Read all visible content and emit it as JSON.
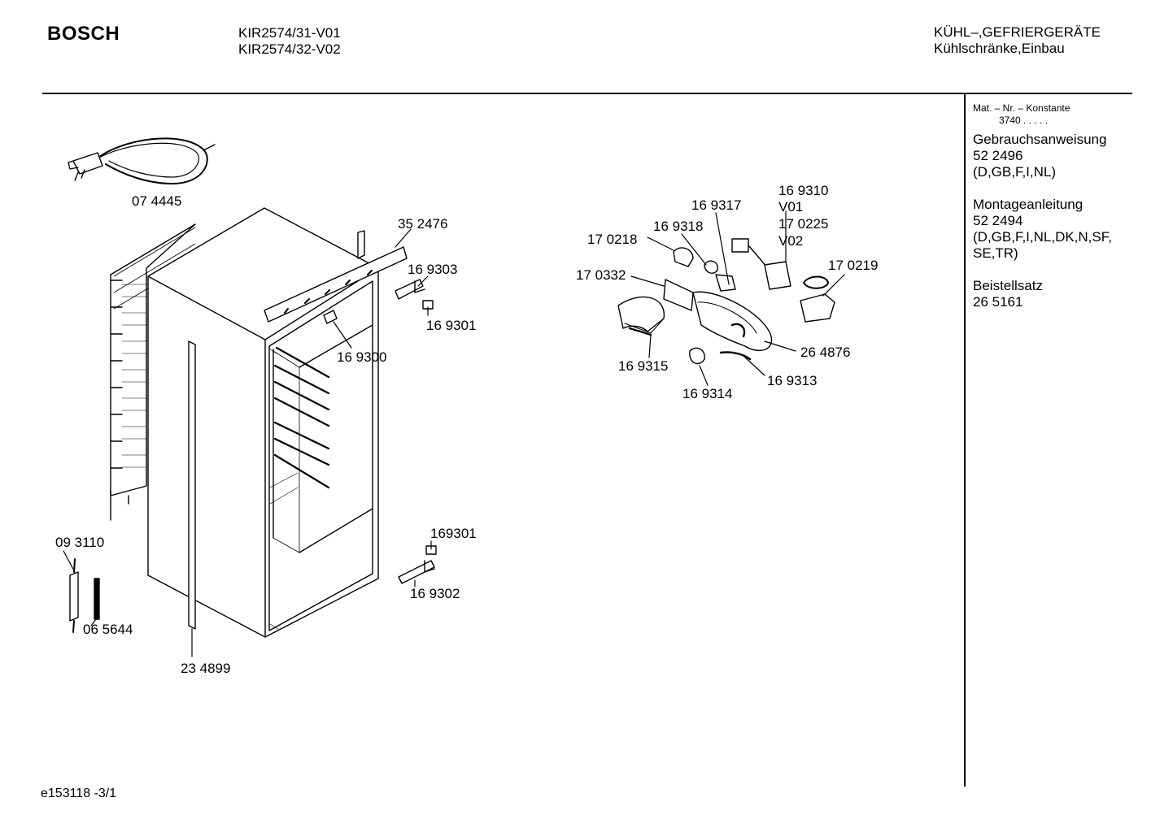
{
  "header": {
    "brand": "BOSCH",
    "models": [
      "KIR2574/31-V01",
      "KIR2574/32-V02"
    ],
    "category": [
      "KÜHL–,GEFRIERGERÄTE",
      "Kühlschränke,Einbau"
    ]
  },
  "sidebar": {
    "mat_label": "Mat. – Nr. – Konstante",
    "mat_value": "3740 . . . . .",
    "sections": [
      {
        "title": "Gebrauchsanweisung",
        "lines": [
          "52 2496",
          "(D,GB,F,I,NL)"
        ]
      },
      {
        "title": "Montageanleitung",
        "lines": [
          "52 2494",
          "(D,GB,F,I,NL,DK,N,SF,",
          "SE,TR)"
        ]
      },
      {
        "title": "Beistellsatz",
        "lines": [
          "26 5161"
        ]
      }
    ]
  },
  "parts": {
    "p074445": "07 4445",
    "p352476": "35 2476",
    "p169303": "16 9303",
    "p169301": "16 9301",
    "p169300": "16 9300",
    "p093110": "09 3110",
    "p065644": "06 5644",
    "p234899": "23 4899",
    "p169301b": "169301",
    "p169302": "16 9302",
    "p169310": "16 9310",
    "v01": "V01",
    "p170225": "17 0225",
    "v02": "V02",
    "p169317": "16 9317",
    "p169318": "16 9318",
    "p170218": "17 0218",
    "p170332": "17 0332",
    "p170219": "17 0219",
    "p264876": "26 4876",
    "p169315": "16 9315",
    "p169314": "16 9314",
    "p169313": "16 9313"
  },
  "footer": {
    "code": "e153118 -3/1"
  }
}
